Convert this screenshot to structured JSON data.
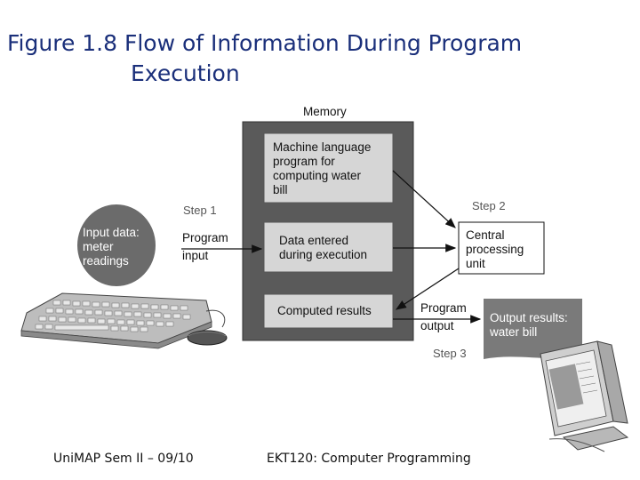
{
  "title": {
    "line1": "Figure 1.8  Flow of Information During Program",
    "line2": "Execution"
  },
  "diagram": {
    "memory_label": "Memory",
    "box_machine_language": [
      "Machine language",
      "program for",
      "computing water",
      "bill"
    ],
    "box_data_entered": [
      "Data entered",
      "during execution"
    ],
    "box_computed_results": [
      "Computed results"
    ],
    "input_data": [
      "Input data:",
      "meter",
      "readings"
    ],
    "step1": "Step 1",
    "program_input": [
      "Program",
      "input"
    ],
    "step2": "Step 2",
    "cpu": [
      "Central",
      "processing",
      "unit"
    ],
    "program_output": [
      "Program",
      "output"
    ],
    "output_results": [
      "Output results:",
      "water bill"
    ],
    "step3": "Step 3"
  },
  "footer": {
    "left": "UniMAP Sem II – 09/10",
    "center": "EKT120: Computer Programming"
  },
  "colors": {
    "title": "#1a2f7a",
    "memory_fill": "#5a5a5a",
    "inner_box_fill": "#d6d6d6",
    "input_circle": "#6b6b6b",
    "output_banner": "#7a7a7a"
  }
}
